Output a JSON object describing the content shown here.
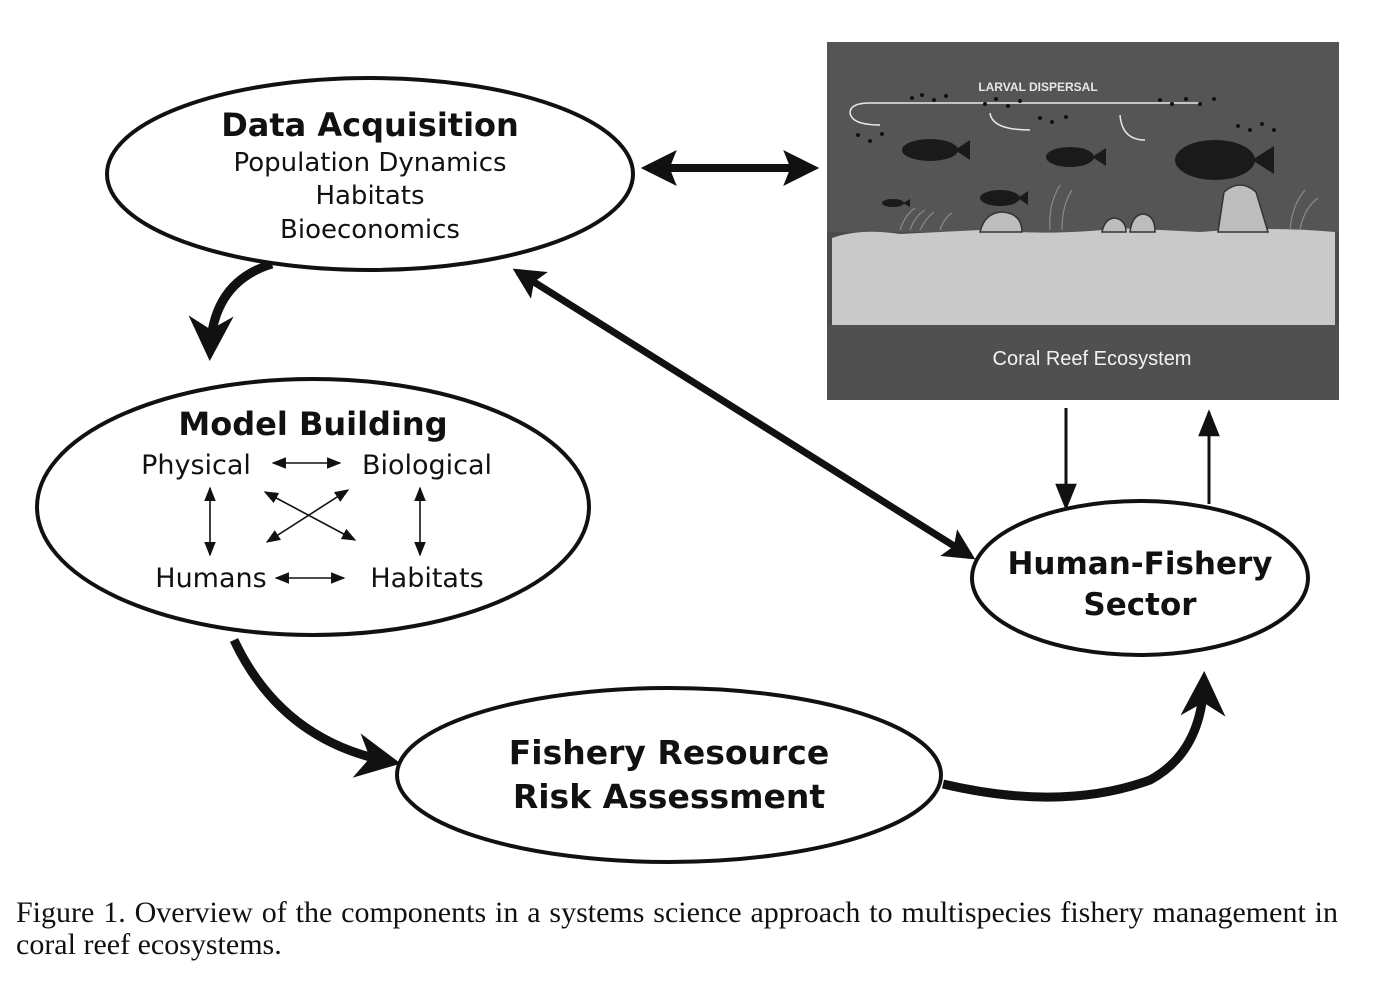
{
  "nodes": {
    "data_acquisition": {
      "title": "Data Acquisition",
      "lines": [
        "Population Dynamics",
        "Habitats",
        "Bioeconomics"
      ]
    },
    "model_building": {
      "title": "Model Building",
      "physical": "Physical",
      "biological": "Biological",
      "humans": "Humans",
      "habitats": "Habitats"
    },
    "human_fishery": {
      "line1": "Human-Fishery",
      "line2": "Sector"
    },
    "risk_assessment": {
      "line1": "Fishery Resource",
      "line2": "Risk Assessment"
    }
  },
  "ecosystem_image": {
    "top_label": "LARVAL DISPERSAL",
    "bottom_label": "Coral Reef Ecosystem"
  },
  "caption": "Figure 1. Overview of the components in a systems science approach to multispecies fishery management in coral reef ecosystems."
}
